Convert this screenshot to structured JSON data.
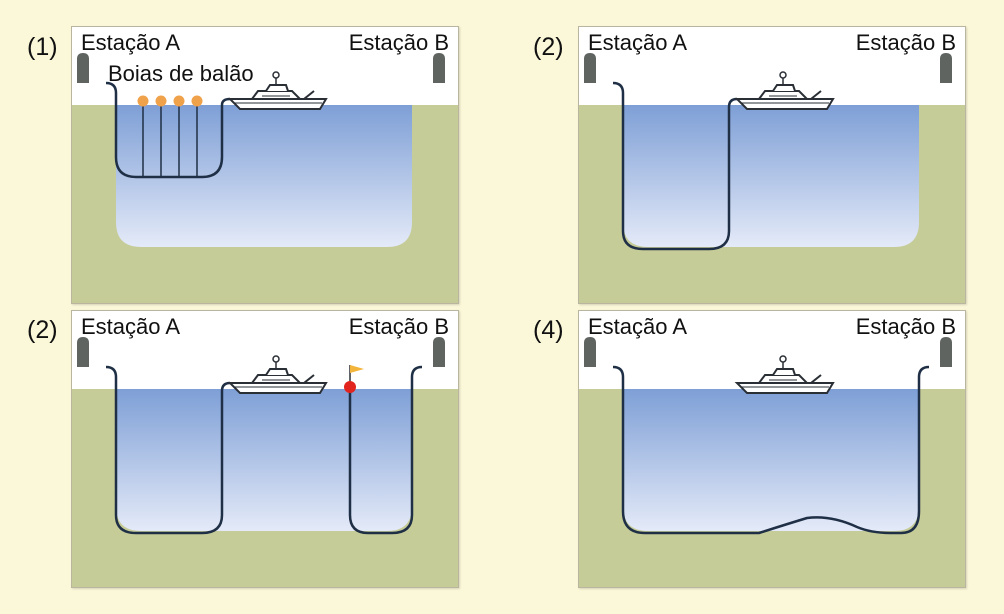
{
  "panels": [
    {
      "step": "(1)",
      "station_a": "Estação A",
      "station_b": "Estação B",
      "buoy_label": "Boias de balão"
    },
    {
      "step": "(2)",
      "station_a": "Estação A",
      "station_b": "Estação B"
    },
    {
      "step": "(2)",
      "station_a": "Estação A",
      "station_b": "Estação B"
    },
    {
      "step": "(4)",
      "station_a": "Estação A",
      "station_b": "Estação B"
    }
  ],
  "colors": {
    "background": "#fbf8d9",
    "ground": "#c6cc98",
    "water_top": "#7e9fd6",
    "water_bottom": "#e4eaf8",
    "cable": "#1f2f45",
    "buoy": "#f0a24a",
    "marker_buoy": "#e2241f",
    "flag": "#f2b43a",
    "post": "#5f6460"
  }
}
